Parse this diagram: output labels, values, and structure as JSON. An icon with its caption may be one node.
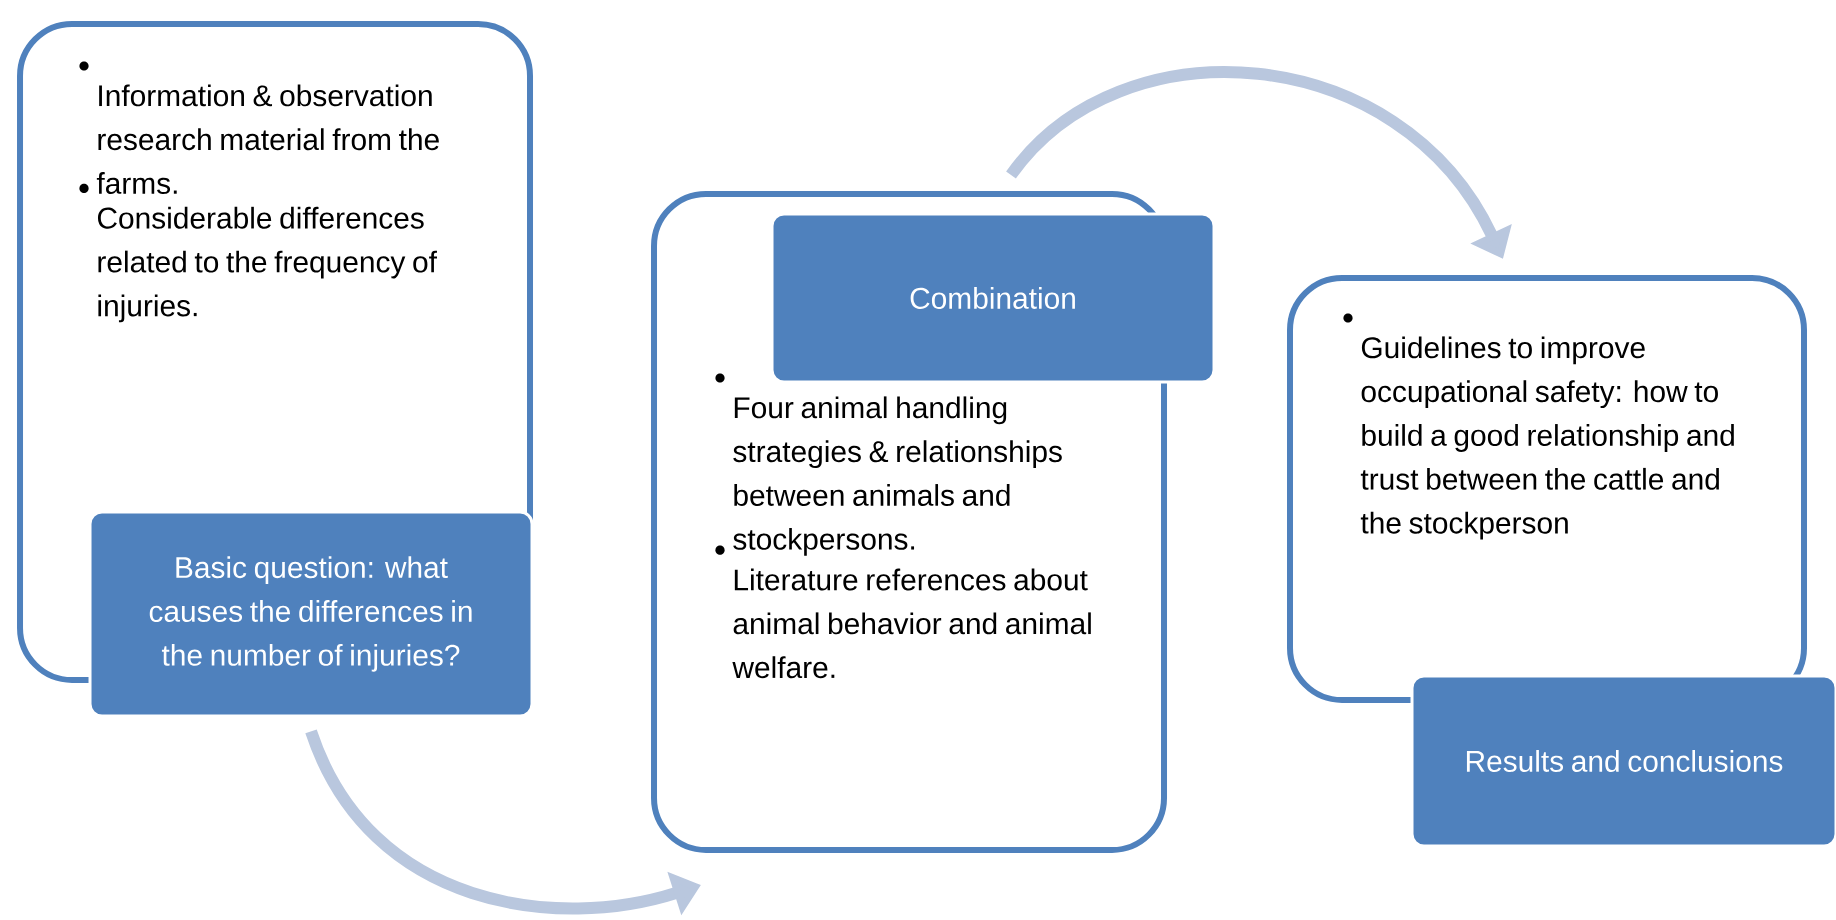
{
  "diagram": {
    "nodes": [
      {
        "text": [
          "Information & observation research material from the farms.",
          "Considerable differences related to the frequency of injuries."
        ]
      },
      {
        "text": [
          "Basic question: what causes the differences in the number of injuries?"
        ]
      },
      {
        "text": [
          "Four animal handling strategies & relationships between animals and stockpersons.",
          "Literature references about animal behavior and animal welfare."
        ]
      },
      {
        "text": [
          "Combination"
        ]
      },
      {
        "text": [
          "Guidelines to improve occupational safety: how to build a good relationship and trust between the cattle and the stockperson"
        ]
      },
      {
        "text": [
          "Results and conclusions"
        ]
      }
    ],
    "edges": [
      {
        "from": 1,
        "to": 2,
        "arrow": "to"
      },
      {
        "from": 2,
        "to": 4,
        "arrow": "to"
      }
    ]
  }
}
